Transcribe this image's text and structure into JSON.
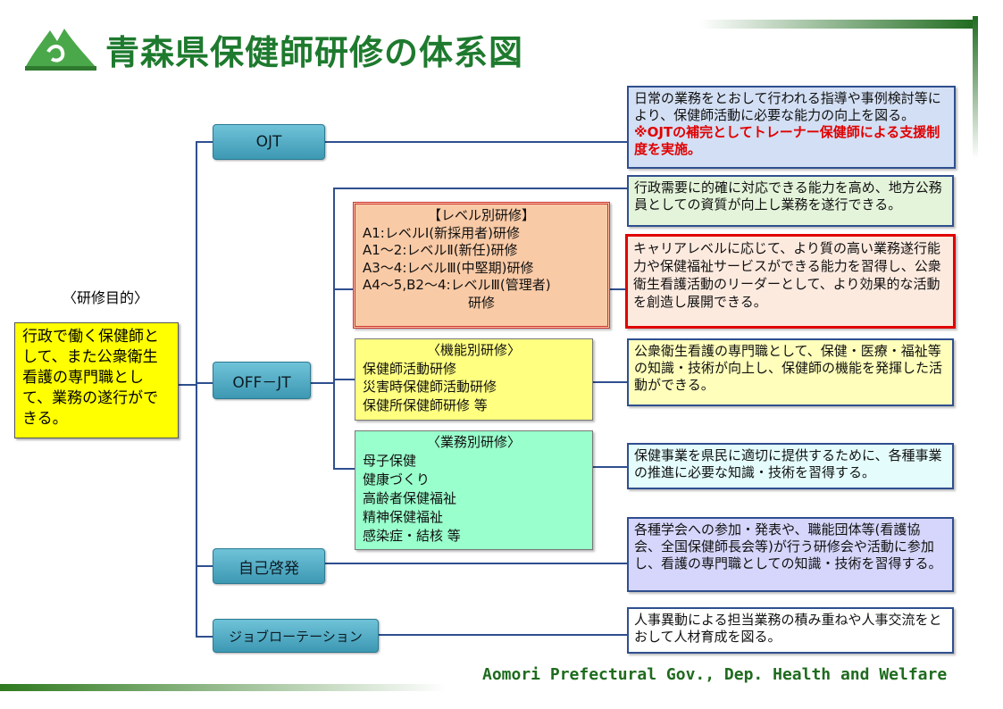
{
  "title": "青森県保健師研修の体系図",
  "footer": "Aomori Prefectural Gov., Dep. Health and Welfare",
  "purpose": {
    "label": "〈研修目的〉",
    "text": "行政で働く保健師として、また公衆衛生看護の専門職として、業務の遂行ができる。"
  },
  "categories": {
    "ojt": "OJT",
    "offjt": "OFF－JT",
    "self": "自己啓発",
    "rotation": "ジョブローテーション"
  },
  "programs": {
    "level": {
      "heading": "【レベル別研修】",
      "items": [
        "A1:レベルⅠ(新採用者)研修",
        "A1～2:レベルⅡ(新任)研修",
        "A3～4:レベルⅢ(中堅期)研修",
        "A4～5,B2～4:レベルⅢ(管理者)"
      ],
      "tail": "研修"
    },
    "function": {
      "heading": "〈機能別研修〉",
      "items": [
        "保健師活動研修",
        "災害時保健師活動研修",
        "保健所保健師研修 等"
      ]
    },
    "work": {
      "heading": "〈業務別研修〉",
      "items": [
        "母子保健",
        "健康づくり",
        "高齢者保健福祉",
        "精神保健福祉",
        "感染症・結核 等"
      ]
    }
  },
  "descriptions": {
    "ojt_normal": "日常の業務をとおして行われる指導や事例検討等により、保健師活動に必要な能力の向上を図る。",
    "ojt_red": "※OJTの補完としてトレーナー保健師による支援制度を実施。",
    "admin": "行政需要に的確に対応できる能力を高め、地方公務員としての資質が向上し業務を遂行できる。",
    "career": "キャリアレベルに応じて、より質の高い業務遂行能力や保健福祉サービスができる能力を習得し、公衆衛生看護活動のリーダーとして、より効果的な活動を創造し展開できる。",
    "function": "公衆衛生看護の専門職として、保健・医療・福祉等の知識・技術が向上し、保健師の機能を発揮した活動ができる。",
    "work": "保健事業を県民に適切に提供するために、各種事業の推進に必要な知識・技術を習得する。",
    "self": "各種学会への参加・発表や、職能団体等(看護協会、全国保健師長会等)が行う研修会や活動に参加し、看護の専門職としての知識・技術を習得する。",
    "rotation": "人事異動による担当業務の積み重ねや人事交流をとおして人材育成を図る。"
  },
  "colors": {
    "title": "#1e7a2e",
    "category": "#4aa8c4",
    "purpose_box": "#ffff00",
    "level_box": "#f9caa6",
    "function_box": "#ffff80",
    "work_box": "#99ffcc",
    "career_border": "#e00000"
  }
}
